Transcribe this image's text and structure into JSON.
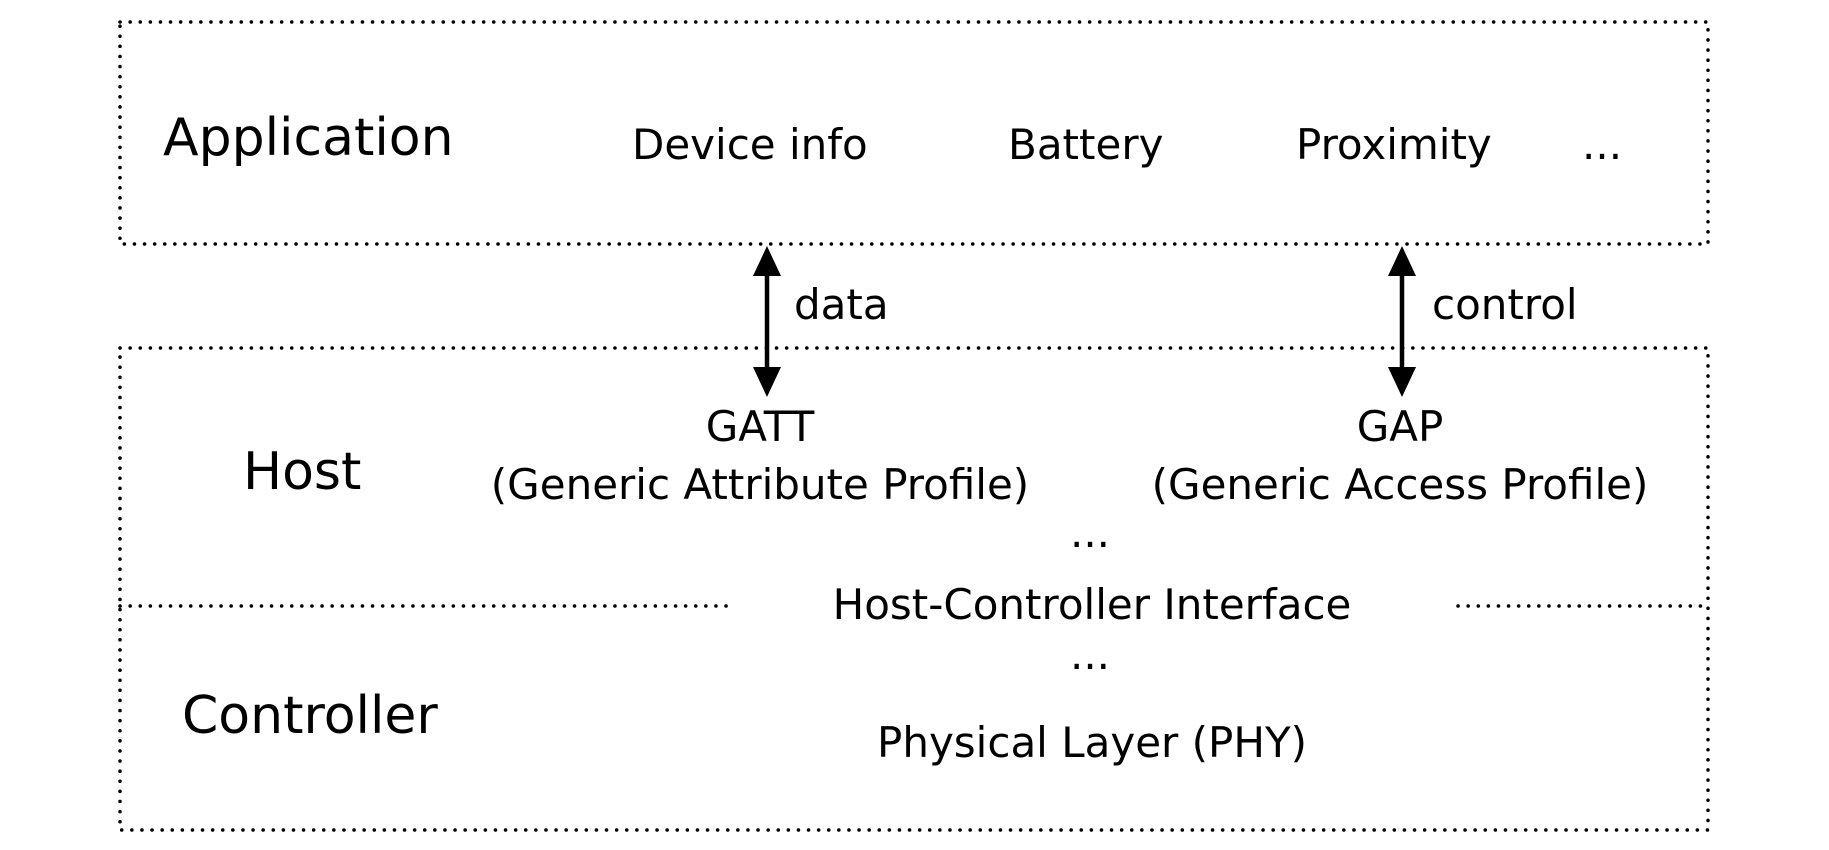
{
  "application": {
    "title": "Application",
    "items": [
      "Device info",
      "Battery",
      "Proximity",
      "..."
    ]
  },
  "arrows": {
    "data_label": "data",
    "control_label": "control"
  },
  "host": {
    "title": "Host",
    "gatt": {
      "name": "GATT",
      "full": "(Generic Attribute Profile)"
    },
    "gap": {
      "name": "GAP",
      "full": "(Generic Access Profile)"
    },
    "ellipsis": "..."
  },
  "hci": {
    "label": "Host-Controller Interface"
  },
  "controller": {
    "title": "Controller",
    "ellipsis": "...",
    "phy": "Physical Layer (PHY)"
  }
}
